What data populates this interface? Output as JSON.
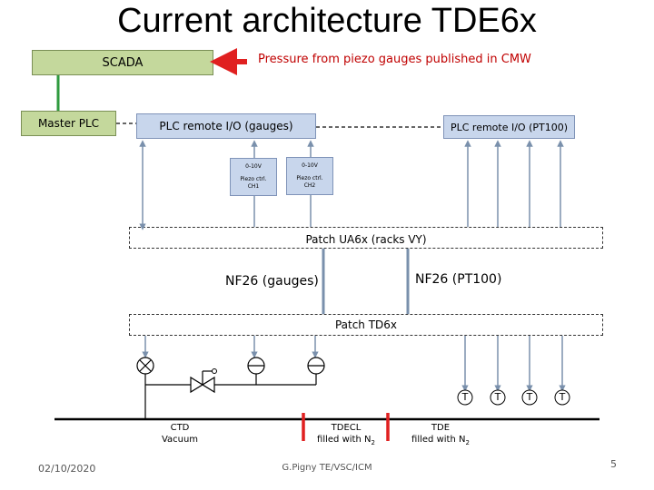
{
  "title": "Current architecture TDE6x",
  "scada": {
    "label": "SCADA"
  },
  "pressure_note": "Pressure from piezo gauges published in CMW",
  "master_plc": "Master PLC",
  "remote_io_gauges": "PLC remote I/O (gauges)",
  "remote_io_pt100": "PLC remote I/O (PT100)",
  "piezo_ch1": {
    "range": "0-10V",
    "line1": "Piezo ctrl.",
    "line2": "CH1"
  },
  "piezo_ch2": {
    "range": "0-10V",
    "line1": "Piezo ctrl.",
    "line2": "CH2"
  },
  "patch_ua6x": "Patch UA6x (racks VY)",
  "nf26_gauges": "NF26 (gauges)",
  "nf26_pt100": "NF26 (PT100)",
  "patch_td6x": "Patch TD6x",
  "sensor_t": "T",
  "ctd": {
    "line1": "CTD",
    "line2": "Vacuum"
  },
  "tdecl": {
    "line1": "TDECL",
    "line2": "filled with N",
    "sub": "2"
  },
  "tde": {
    "line1": "TDE",
    "line2": "filled with N",
    "sub": "2"
  },
  "footer": {
    "date": "02/10/2020",
    "author": "G.Pigny TE/VSC/ICM",
    "page": "5"
  },
  "colors": {
    "green_box": "#c4d89c",
    "blue_box": "#c8d6ec",
    "red": "#e02020",
    "line_green": "#2e9a3e",
    "line_steel": "#7a90ac"
  }
}
